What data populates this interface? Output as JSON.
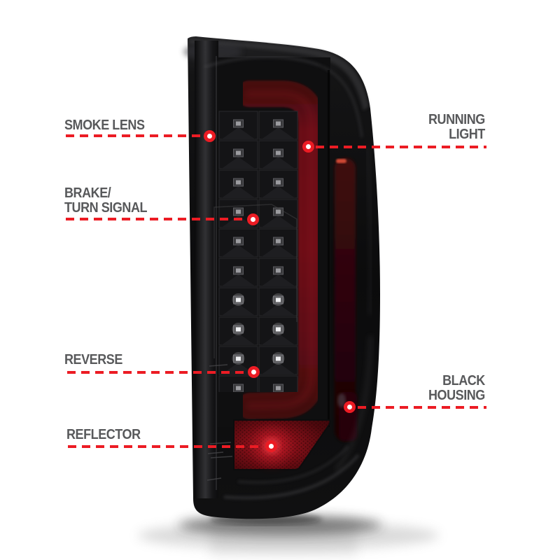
{
  "colors": {
    "page_bg": "#ffffff",
    "accent_red": "#ec1c24",
    "label_text": "#58595b",
    "housing_black": "#0d0d0e",
    "lens_smoke": "#141416",
    "bar_red": "#6e1119",
    "reflector_red": "#7c0f17",
    "led_white": "#ecedef"
  },
  "callouts": {
    "smoke_lens": {
      "lines": [
        "SMOKE LENS"
      ]
    },
    "running_light": {
      "lines": [
        "RUNNING",
        "LIGHT"
      ]
    },
    "brake_turn": {
      "lines": [
        "BRAKE/",
        "TURN SIGNAL"
      ]
    },
    "reverse": {
      "lines": [
        "REVERSE"
      ]
    },
    "black_housing": {
      "lines": [
        "BLACK",
        "HOUSING"
      ]
    },
    "reflector": {
      "lines": [
        "REFLECTOR"
      ]
    }
  }
}
